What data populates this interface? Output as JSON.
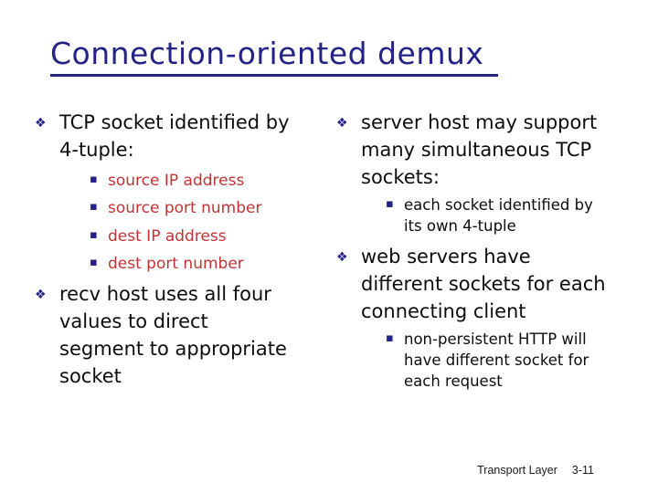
{
  "title": "Connection-oriented demux",
  "colors": {
    "title_navy": "#232387",
    "bullet_navy": "#232387",
    "highlight_red": "#c03434",
    "body_text": "#0d0d0d"
  },
  "icons": {
    "main_bullet": "❖",
    "sub_bullet": "▪"
  },
  "columns": {
    "left": [
      {
        "level": "main",
        "text": "TCP socket identified by 4-tuple:",
        "style": "default"
      },
      {
        "level": "sub",
        "text": "source IP address",
        "style": "red"
      },
      {
        "level": "sub",
        "text": "source port number",
        "style": "red"
      },
      {
        "level": "sub",
        "text": "dest IP address",
        "style": "red"
      },
      {
        "level": "sub",
        "text": "dest port number",
        "style": "red"
      },
      {
        "level": "main",
        "text": "recv host uses all four values to direct segment to appropriate socket",
        "style": "default"
      }
    ],
    "right": [
      {
        "level": "main",
        "text": "server host may support many simultaneous TCP sockets:",
        "style": "default"
      },
      {
        "level": "sub",
        "text": "each socket identified by its own 4-tuple",
        "style": "default"
      },
      {
        "level": "main",
        "text": "web servers have different sockets for each connecting client",
        "style": "default"
      },
      {
        "level": "sub",
        "text": "non-persistent HTTP will have different socket for each request",
        "style": "default"
      }
    ]
  },
  "footer": {
    "section": "Transport Layer",
    "page": "3-11"
  }
}
